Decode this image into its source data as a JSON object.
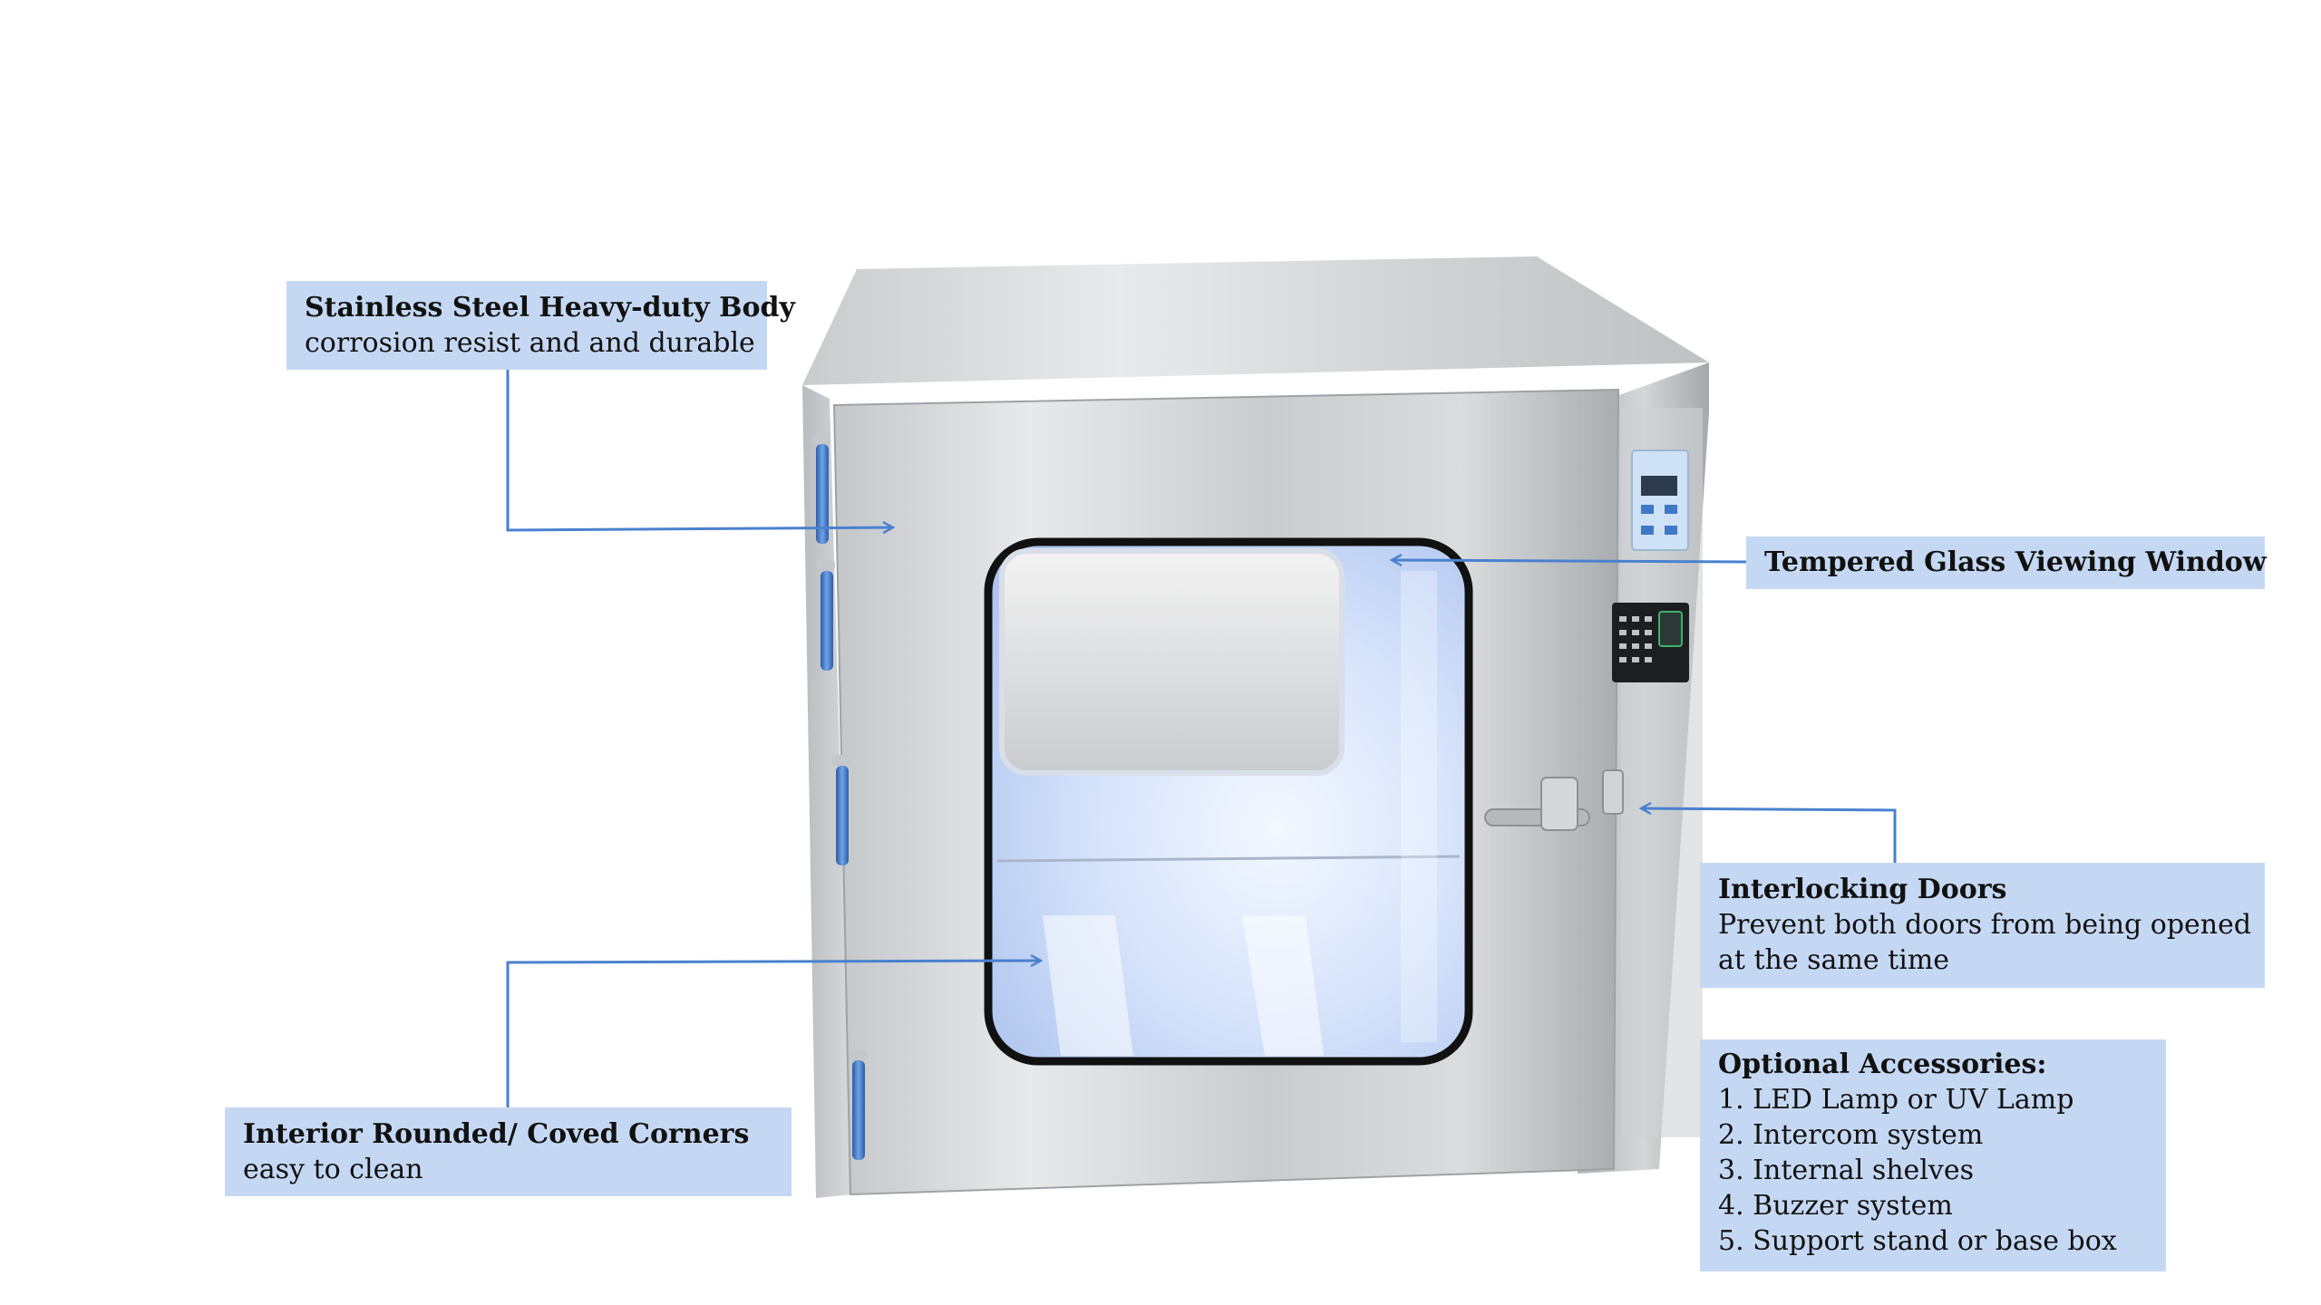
{
  "callouts": {
    "body": {
      "title": "Stainless Steel Heavy-duty Body",
      "subtitle": "corrosion resist and and durable"
    },
    "glass": {
      "title": "Tempered Glass Viewing Window"
    },
    "corners": {
      "title": "Interior Rounded/ Coved Corners",
      "subtitle": "easy to clean"
    },
    "interlock": {
      "title": "Interlocking Doors",
      "line1": "Prevent both doors from being opened",
      "line2": "at the same time"
    },
    "accessories": {
      "title": "Optional Accessories:",
      "items": [
        "1. LED Lamp or UV Lamp",
        "2. Intercom system",
        "3. Internal shelves",
        "4. Buzzer system",
        "5. Support stand or base box"
      ]
    }
  },
  "colors": {
    "callout_fill": "#c5d8f3",
    "leader_line": "#4a80d0",
    "steel_light": "#e6e8ea",
    "steel_dark": "#a7abaf",
    "window_glow": "#dbe8ff",
    "hinge_blue": "#3f78c4"
  }
}
